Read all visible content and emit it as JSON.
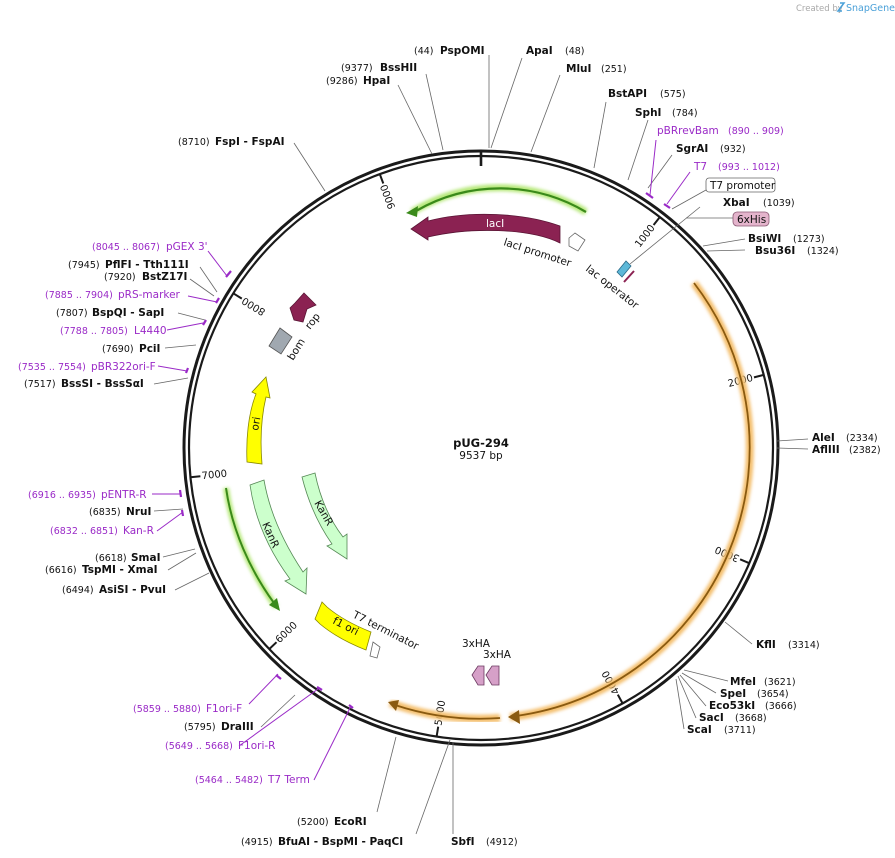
{
  "credit": {
    "prefix": "Created by",
    "brand": "SnapGene"
  },
  "plasmid": {
    "name": "pUG-294",
    "length_label": "9537 bp",
    "length": 9537
  },
  "position_ticks": [
    "1000",
    "2000",
    "3000",
    "4000",
    "5000",
    "6000",
    "7000",
    "8000",
    "9000"
  ],
  "enzymes": [
    {
      "id": "psp",
      "pos": "(44)",
      "name": "PspOMI"
    },
    {
      "id": "apa",
      "pos": "(48)",
      "name": "ApaI"
    },
    {
      "id": "mlu",
      "pos": "(251)",
      "name": "MluI"
    },
    {
      "id": "bssh",
      "pos": "(9377)",
      "name": "BssHII"
    },
    {
      "id": "hpa",
      "pos": "(9286)",
      "name": "HpaI"
    },
    {
      "id": "bstapi",
      "pos": "(575)",
      "name": "BstAPI"
    },
    {
      "id": "sph",
      "pos": "(784)",
      "name": "SphI"
    },
    {
      "id": "sgr",
      "pos": "(932)",
      "name": "SgrAI"
    },
    {
      "id": "xba",
      "pos": "(1039)",
      "name": "XbaI"
    },
    {
      "id": "bsiw",
      "pos": "(1273)",
      "name": "BsiWI"
    },
    {
      "id": "bsu",
      "pos": "(1324)",
      "name": "Bsu36I"
    },
    {
      "id": "fsp",
      "pos": "(8710)",
      "name": "FspI - FspAI"
    },
    {
      "id": "pfl",
      "pos": "(7945)",
      "name": "PflFI - Tth111I"
    },
    {
      "id": "bstz",
      "pos": "(7920)",
      "name": "BstZ17I"
    },
    {
      "id": "bspq",
      "pos": "(7807)",
      "name": "BspQI - SapI"
    },
    {
      "id": "pci",
      "pos": "(7690)",
      "name": "PciI"
    },
    {
      "id": "bsss",
      "pos": "(7517)",
      "name": "BssSI - BssSαI"
    },
    {
      "id": "ale",
      "pos": "(2334)",
      "name": "AleI"
    },
    {
      "id": "afl",
      "pos": "(2382)",
      "name": "AflIII"
    },
    {
      "id": "nru",
      "pos": "(6835)",
      "name": "NruI"
    },
    {
      "id": "sma",
      "pos": "(6618)",
      "name": "SmaI"
    },
    {
      "id": "tspm",
      "pos": "(6616)",
      "name": "TspMI - XmaI"
    },
    {
      "id": "asis",
      "pos": "(6494)",
      "name": "AsiSI - PvuI"
    },
    {
      "id": "kfl",
      "pos": "(3314)",
      "name": "KflI"
    },
    {
      "id": "mfe",
      "pos": "(3621)",
      "name": "MfeI"
    },
    {
      "id": "spe",
      "pos": "(3654)",
      "name": "SpeI"
    },
    {
      "id": "eco53",
      "pos": "(3666)",
      "name": "Eco53kI"
    },
    {
      "id": "sac",
      "pos": "(3668)",
      "name": "SacI"
    },
    {
      "id": "sca",
      "pos": "(3711)",
      "name": "ScaI"
    },
    {
      "id": "dra",
      "pos": "(5795)",
      "name": "DraIII"
    },
    {
      "id": "ecori",
      "pos": "(5200)",
      "name": "EcoRI"
    },
    {
      "id": "bfua",
      "pos": "(4915)",
      "name": "BfuAI - BspMI - PaqCI"
    },
    {
      "id": "sbf",
      "pos": "(4912)",
      "name": "SbfI"
    }
  ],
  "primers": [
    {
      "id": "pbrrev",
      "name": "pBRrevBam",
      "pos": "(890 .. 909)"
    },
    {
      "id": "t7p",
      "name": "T7",
      "pos": "(993 .. 1012)"
    },
    {
      "id": "pgex",
      "name": "pGEX 3'",
      "pos": "(8045 .. 8067)"
    },
    {
      "id": "prs",
      "name": "pRS-marker",
      "pos": "(7885 .. 7904)"
    },
    {
      "id": "l4440",
      "name": "L4440",
      "pos": "(7788 .. 7805)"
    },
    {
      "id": "pbr322",
      "name": "pBR322ori-F",
      "pos": "(7535 .. 7554)"
    },
    {
      "id": "pentr",
      "name": "pENTR-R",
      "pos": "(6916 .. 6935)"
    },
    {
      "id": "kanr",
      "name": "Kan-R",
      "pos": "(6832 .. 6851)"
    },
    {
      "id": "f1f",
      "name": "F1ori-F",
      "pos": "(5859 .. 5880)"
    },
    {
      "id": "f1r",
      "name": "F1ori-R",
      "pos": "(5649 .. 5668)"
    },
    {
      "id": "t7term",
      "name": "T7 Term",
      "pos": "(5464 .. 5482)"
    }
  ],
  "features": {
    "t7_promoter": "T7 promoter",
    "his": "6xHis",
    "laci": "lacI",
    "laci_promoter": "lacI promoter",
    "lac_operator": "lac operator",
    "rop": "rop",
    "bom": "bom",
    "ori": "ori",
    "kanr1": "KanR",
    "kanr2": "KanR",
    "f1ori": "f1 ori",
    "t7_terminator": "T7 terminator",
    "ha1": "3xHA",
    "ha2": "3xHA"
  },
  "colors": {
    "backbone": "#1a1a1a",
    "primer": "#9a2ac7",
    "laci": "#8b2252",
    "orf_green": "#3a8a1a",
    "orf_glow": "#b6e87a",
    "insert_orange": "#f4c070",
    "insert_line": "#8a5a10",
    "ori_yellow": "#ffff00",
    "kanr_fill": "#ccffcc",
    "rop_fill": "#8b2252",
    "bom_fill": "#a0a8b0",
    "ha_fill": "#d6a0c8",
    "his_fill": "#e4b4cc"
  }
}
